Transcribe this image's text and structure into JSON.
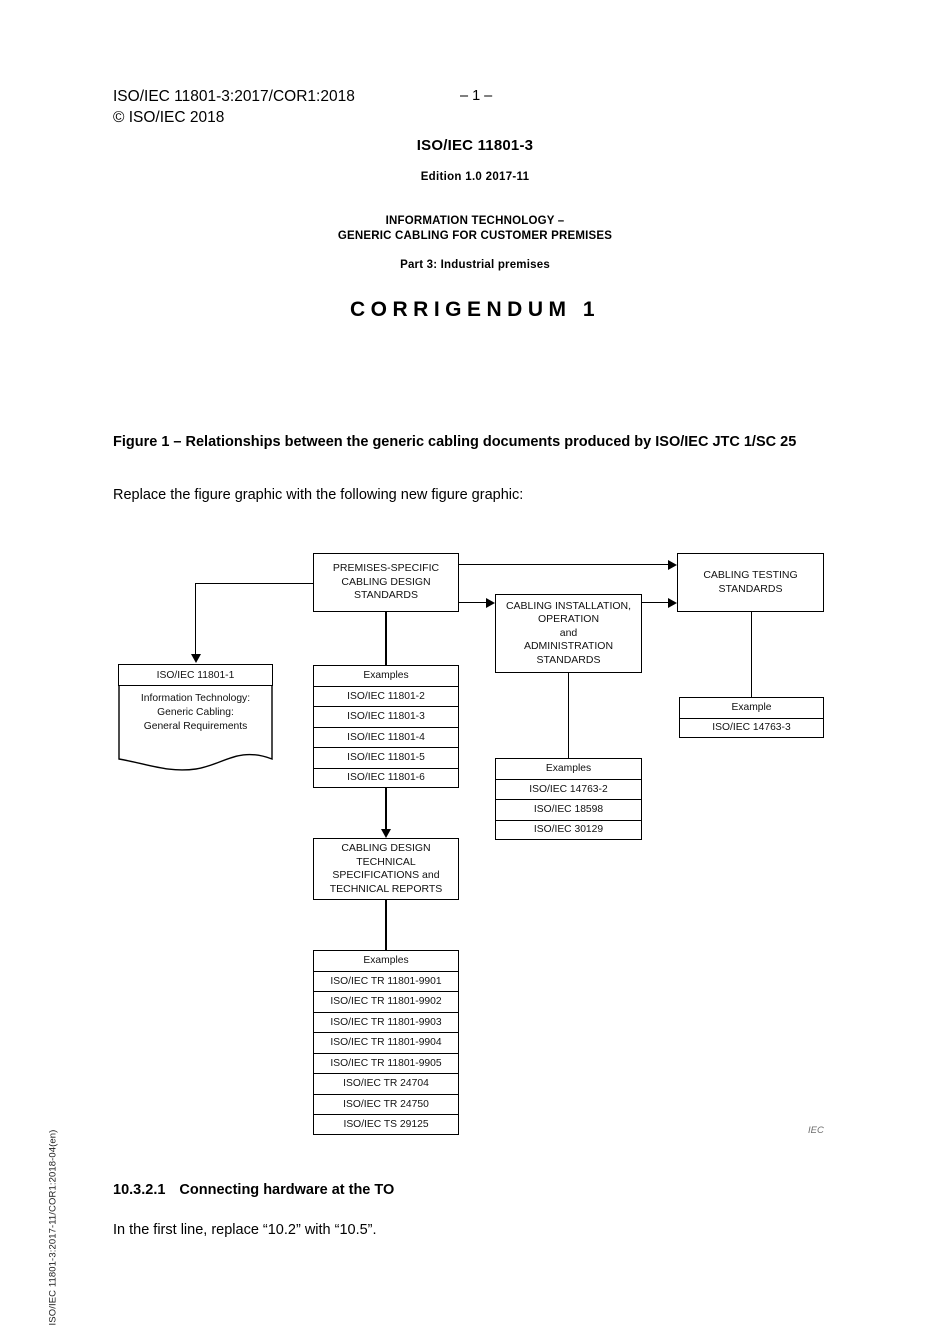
{
  "header": {
    "left_line1": "ISO/IEC 11801-3:2017/COR1:2018",
    "left_line2": "© ISO/IEC 2018",
    "left_block": "ISO/IEC 11801-3:2017/COR1:2018\n© ISO/IEC 2018",
    "page_number": "– 1 –"
  },
  "title_block": {
    "doc_number": "ISO/IEC 11801-3",
    "edition": "Edition 1.0   2017-11",
    "title": "INFORMATION TECHNOLOGY –\nGENERIC CABLING FOR CUSTOMER PREMISES",
    "part": "Part 3: Industrial premises",
    "corrigendum": "CORRIGENDUM 1"
  },
  "figure": {
    "caption": "Figure 1 – Relationships between the generic cabling documents produced by ISO/IEC JTC 1/SC 25",
    "replace_note": "Replace the figure graphic with the following new figure graphic:",
    "source_mark": "IEC"
  },
  "diagram": {
    "premises_specific": "PREMISES-SPECIFIC\nCABLING DESIGN\nSTANDARDS",
    "cabling_installation": "CABLING INSTALLATION,\nOPERATION\nand\nADMINISTRATION\nSTANDARDS",
    "cabling_testing": "CABLING TESTING\nSTANDARDS",
    "cabling_design_tech": "CABLING DESIGN\nTECHNICAL\nSPECIFICATIONS and\nTECHNICAL REPORTS",
    "base_standard": {
      "title": "ISO/IEC 11801-1",
      "body": "Information Technology:\nGeneric Cabling:\nGeneral Requirements"
    },
    "examples_premises": {
      "header": "Examples",
      "items": [
        "ISO/IEC 11801-2",
        "ISO/IEC 11801-3",
        "ISO/IEC 11801-4",
        "ISO/IEC 11801-5",
        "ISO/IEC 11801-6"
      ]
    },
    "examples_installation": {
      "header": "Examples",
      "items": [
        "ISO/IEC 14763-2",
        "ISO/IEC 18598",
        "ISO/IEC 30129"
      ]
    },
    "example_testing": {
      "header": "Example",
      "items": [
        "ISO/IEC 14763-3"
      ]
    },
    "examples_technical": {
      "header": "Examples",
      "items": [
        "ISO/IEC TR 11801-9901",
        "ISO/IEC TR 11801-9902",
        "ISO/IEC TR 11801-9903",
        "ISO/IEC TR 11801-9904",
        "ISO/IEC TR 11801-9905",
        "ISO/IEC TR 24704",
        "ISO/IEC TR 24750",
        "ISO/IEC TS 29125"
      ]
    }
  },
  "clause": {
    "number": "10.3.2.1",
    "title": "Connecting hardware at the TO",
    "body": "In the first line, replace “10.2” with “10.5”."
  },
  "side_identifier": "ISO/IEC 11801-3:2017-11/COR1:2018-04(en)"
}
